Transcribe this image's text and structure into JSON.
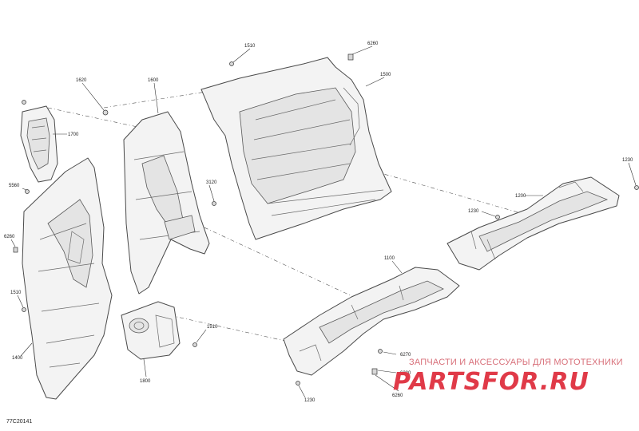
{
  "figure_ref": "77C20141",
  "watermark": {
    "tagline": "ЗАПЧАСТИ И АКСЕССУАРЫ ДЛЯ МОТОТЕХНИКИ",
    "brand": "PARTSFOR.RU"
  },
  "callouts": {
    "c1620": "1620",
    "c1600": "1600",
    "c1700": "1700",
    "c1510_top": "1510",
    "c6260_top": "6260",
    "c1500": "1500",
    "c3120": "3120",
    "c5560": "5560",
    "c6260_left": "6260",
    "c1510_left": "1510",
    "c1400": "1400",
    "c1800": "1800",
    "c1910": "1910",
    "c1230_right": "1230",
    "c1200": "1200",
    "c1230_mid": "1230",
    "c1100": "1100",
    "c6270": "6270",
    "c6280": "6280",
    "c6260_bottom": "6260",
    "c1230_bottom": "1230"
  }
}
